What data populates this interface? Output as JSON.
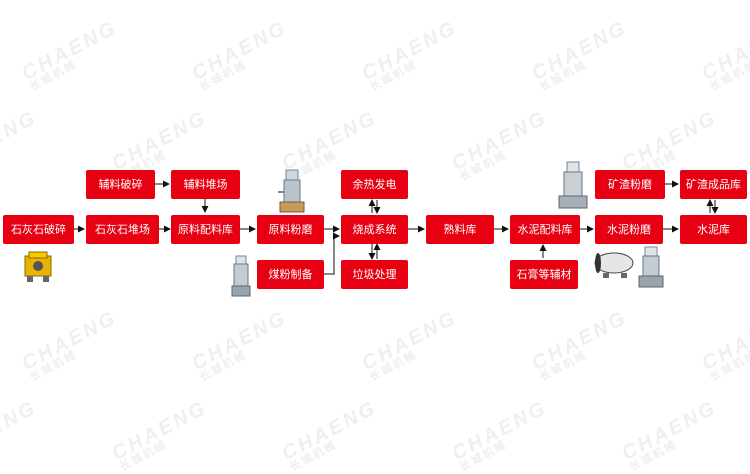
{
  "watermark": {
    "brand": "CHAENG",
    "sub": "长城机械"
  },
  "nodes": {
    "limestone_crushing": "石灰石破碎",
    "limestone_yard": "石灰石堆场",
    "aux_crushing": "辅料破碎",
    "aux_yard": "辅料堆场",
    "raw_batching": "原料配料库",
    "raw_grinding": "原料粉磨",
    "coal_prep": "煤粉制备",
    "waste_heat": "余热发电",
    "kiln_system": "烧成系统",
    "waste_treatment": "垃圾处理",
    "clinker_store": "熟料库",
    "cement_batching": "水泥配料库",
    "gypsum_aux": "石膏等辅材",
    "slag_grinding": "矿渣粉磨",
    "slag_product_store": "矿渣成品库",
    "cement_grinding": "水泥粉磨",
    "cement_silo": "水泥库"
  },
  "colors": {
    "box": "#e60012",
    "arrow": "#111111"
  }
}
